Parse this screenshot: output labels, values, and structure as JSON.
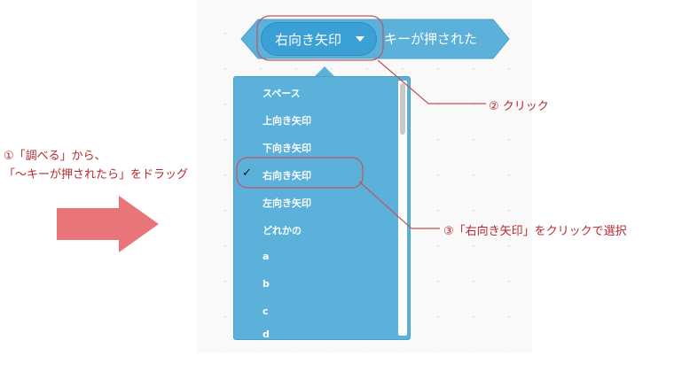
{
  "block": {
    "key_value": "右向き矢印",
    "label": "キーが押された"
  },
  "dropdown": {
    "items": [
      {
        "label": "スペース",
        "checked": false
      },
      {
        "label": "上向き矢印",
        "checked": false
      },
      {
        "label": "下向き矢印",
        "checked": false
      },
      {
        "label": "右向き矢印",
        "checked": true
      },
      {
        "label": "左向き矢印",
        "checked": false
      },
      {
        "label": "どれかの",
        "checked": false
      },
      {
        "label": "a",
        "checked": false
      },
      {
        "label": "b",
        "checked": false
      },
      {
        "label": "c",
        "checked": false
      },
      {
        "label": "d",
        "checked": false
      }
    ],
    "check_mark": "✓"
  },
  "annotations": {
    "step1_line1": "①「調べる」から、",
    "step1_line2": "「〜キーが押されたら」をドラッグ",
    "step2": "② クリック",
    "step3": "③「右向き矢印」をクリックで選択"
  },
  "colors": {
    "block": "#5cb1db",
    "annotation": "#b5282e",
    "arrow": "#e8757a"
  }
}
